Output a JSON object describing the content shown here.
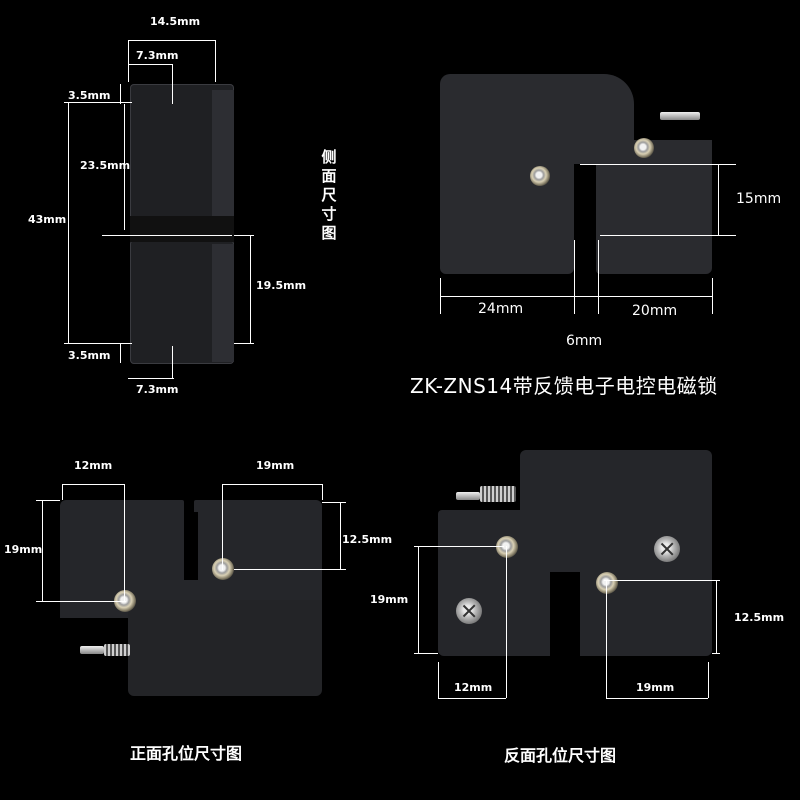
{
  "title": "ZK-ZNS14带反馈电子电控电磁锁",
  "side_view": {
    "caption_chars": [
      "侧",
      "面",
      "尺",
      "寸",
      "图"
    ],
    "dims": {
      "width_total": "14.5mm",
      "hole_offset_top": "7.3mm",
      "top_margin": "3.5mm",
      "upper_height": "23.5mm",
      "total_height": "43mm",
      "lower_height": "19.5mm",
      "bottom_margin": "3.5mm",
      "hole_offset_bottom": "7.3mm"
    }
  },
  "top_right_view": {
    "dims": {
      "height": "15mm",
      "left_width": "24mm",
      "slot_width": "6mm",
      "right_width": "20mm"
    }
  },
  "front_view": {
    "caption": "正面孔位尺寸图",
    "dims": {
      "left_offset": "12mm",
      "right_offset": "19mm",
      "left_height": "19mm",
      "right_height": "12.5mm"
    }
  },
  "back_view": {
    "caption": "反面孔位尺寸图",
    "dims": {
      "left_height": "19mm",
      "right_height": "12.5mm",
      "left_offset": "12mm",
      "right_offset": "19mm"
    }
  }
}
